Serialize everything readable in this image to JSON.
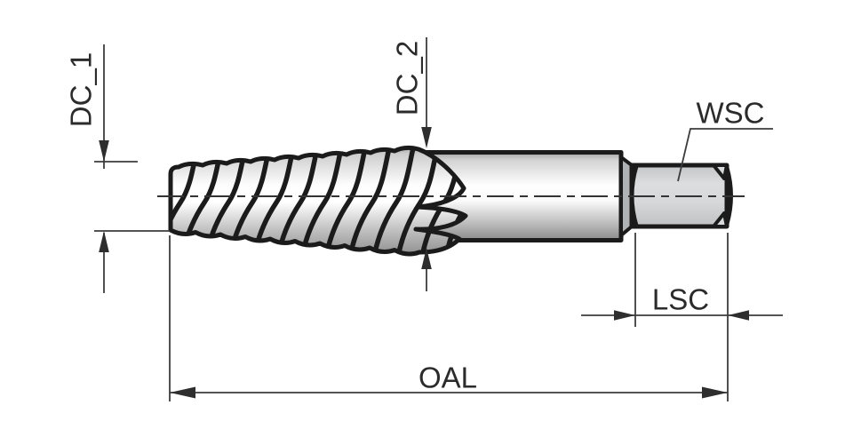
{
  "diagram": {
    "type": "technical-drawing",
    "subject": "screw-extractor-side-view",
    "labels": {
      "dc1": "DC_1",
      "dc2": "DC_2",
      "wsc": "WSC",
      "lsc": "LSC",
      "oal": "OAL"
    },
    "colors": {
      "background": "#ffffff",
      "outline": "#1b1b1b",
      "dimension_lines": "#3c3c3c",
      "text": "#2b2b2b",
      "body_highlight": "#ffffff",
      "body_mid": "#cdcdcd",
      "body_shadow": "#878787",
      "square_fill": "#d6d8da"
    }
  }
}
